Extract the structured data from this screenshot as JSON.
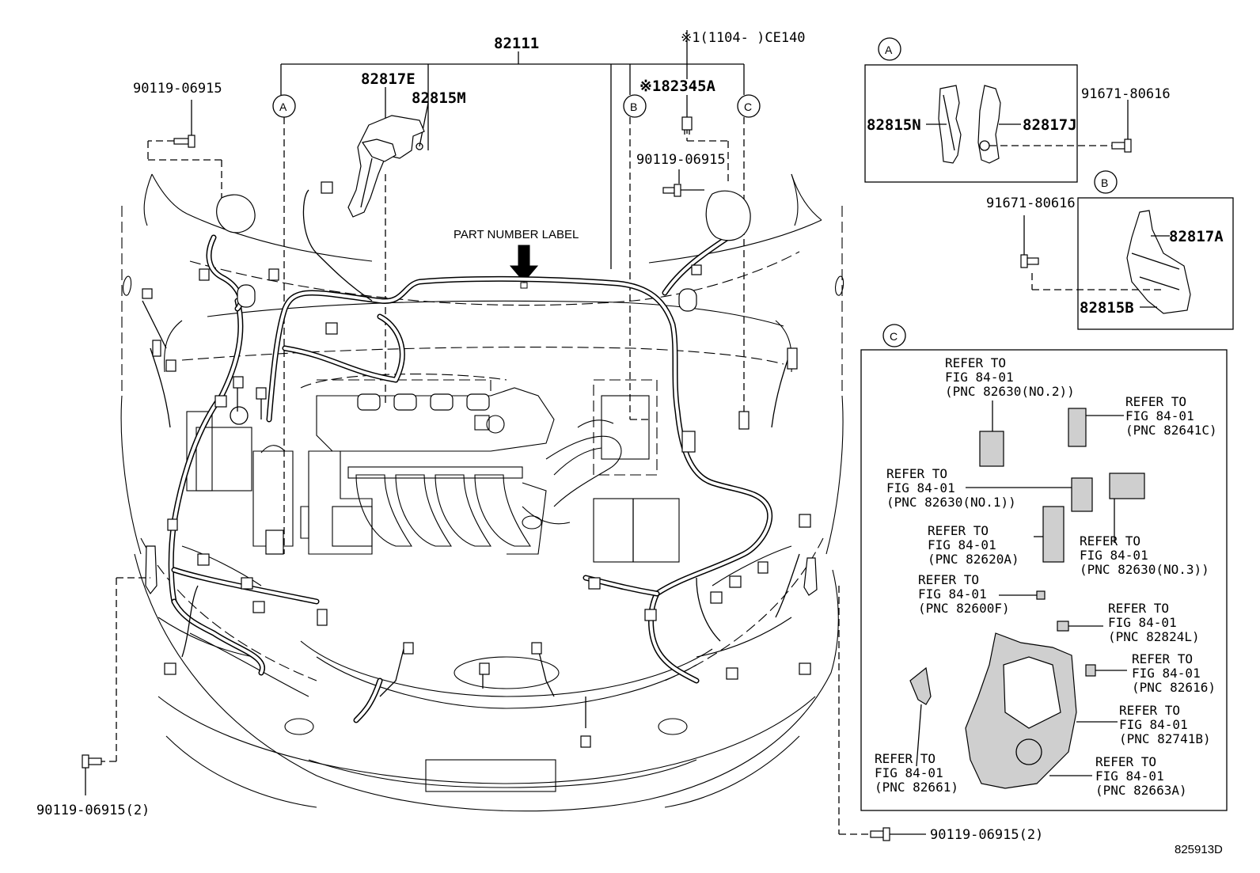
{
  "diagram_id": "825913D",
  "header": {
    "main_part": "82111",
    "note": "※1(1104-  )CE140"
  },
  "part_number_label": "PART NUMBER LABEL",
  "callouts": {
    "a": "A",
    "b": "B",
    "c": "C"
  },
  "main_parts": {
    "p82817E": "82817E",
    "p82815M": "82815M",
    "p82345A": "※182345A",
    "bolt_top_left": "90119-06915",
    "bolt_mid": "90119-06915",
    "bolt_bottom_left": "90119-06915(2)",
    "bolt_bottom_right": "90119-06915(2)"
  },
  "detail_a": {
    "circle": "A",
    "left_part": "82815N",
    "right_part": "82817J",
    "bolt": "91671-80616"
  },
  "detail_b": {
    "circle": "B",
    "bolt": "91671-80616",
    "top_part": "82817A",
    "bottom_part": "82815B"
  },
  "detail_c": {
    "circle": "C",
    "refs": [
      [
        "REFER TO",
        "FIG 84-01",
        "(PNC 82630(NO.2))"
      ],
      [
        "REFER TO",
        "FIG 84-01",
        "(PNC 82641C)"
      ],
      [
        "REFER TO",
        "FIG 84-01",
        "(PNC 82630(NO.1))"
      ],
      [
        "REFER TO",
        "FIG 84-01",
        "(PNC 82620A)"
      ],
      [
        "REFER TO",
        "FIG 84-01",
        "(PNC 82630(NO.3))"
      ],
      [
        "REFER TO",
        "FIG 84-01",
        "(PNC 82600F)"
      ],
      [
        "REFER TO",
        "FIG 84-01",
        "(PNC 82824L)"
      ],
      [
        "REFER TO",
        "FIG 84-01",
        "(PNC 82616)"
      ],
      [
        "REFER TO",
        "FIG 84-01",
        "(PNC 82741B)"
      ],
      [
        "REFER TO",
        "FIG 84-01",
        "(PNC 82661)"
      ],
      [
        "REFER TO",
        "FIG 84-01",
        "(PNC 82663A)"
      ]
    ]
  }
}
